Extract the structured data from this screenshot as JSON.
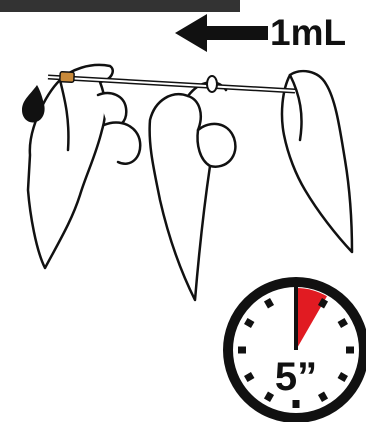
{
  "volume_label": "1mL",
  "timer_label": "5”",
  "timer_fraction": 0.0833,
  "colors": {
    "ink": "#111111",
    "accent": "#e11b22",
    "paper": "#ffffff"
  }
}
